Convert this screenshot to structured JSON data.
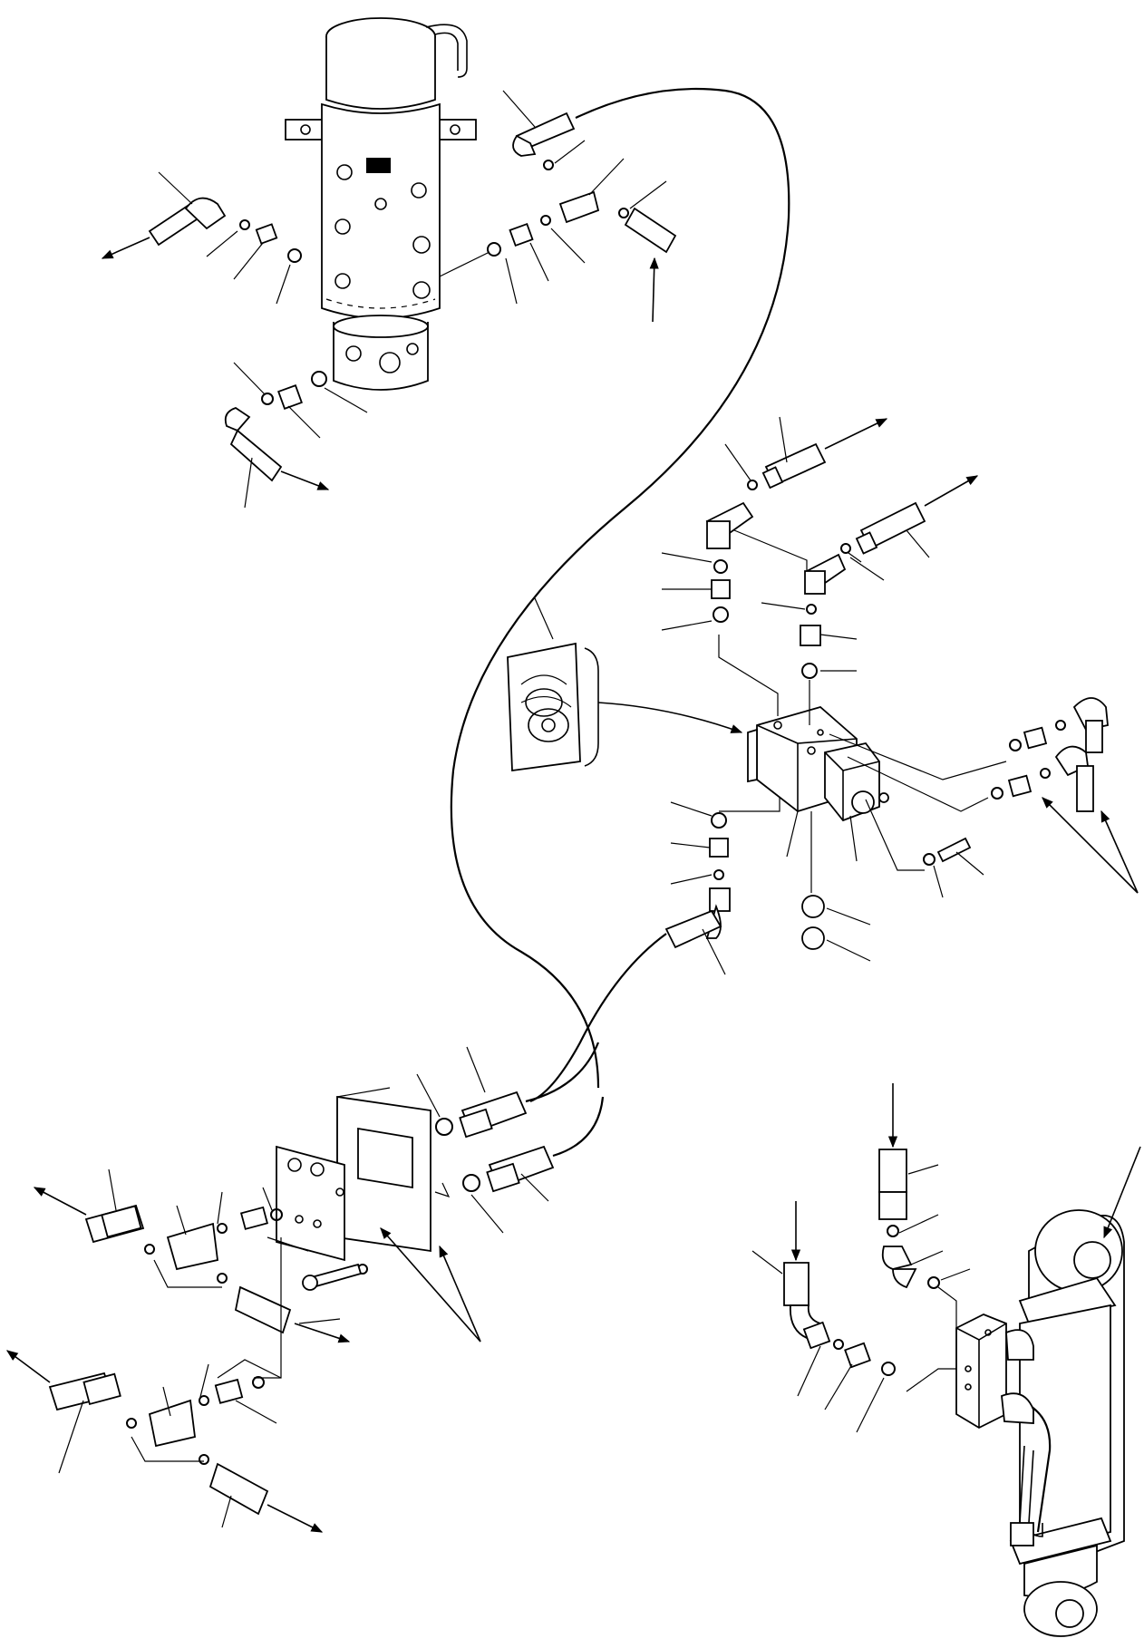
{
  "diagram": {
    "colors": {
      "line": "#000000",
      "background": "#ffffff"
    },
    "components": [
      "swivel-joint",
      "solenoid-valve",
      "bulkhead-plate",
      "hydraulic-cylinder",
      "decal"
    ]
  }
}
